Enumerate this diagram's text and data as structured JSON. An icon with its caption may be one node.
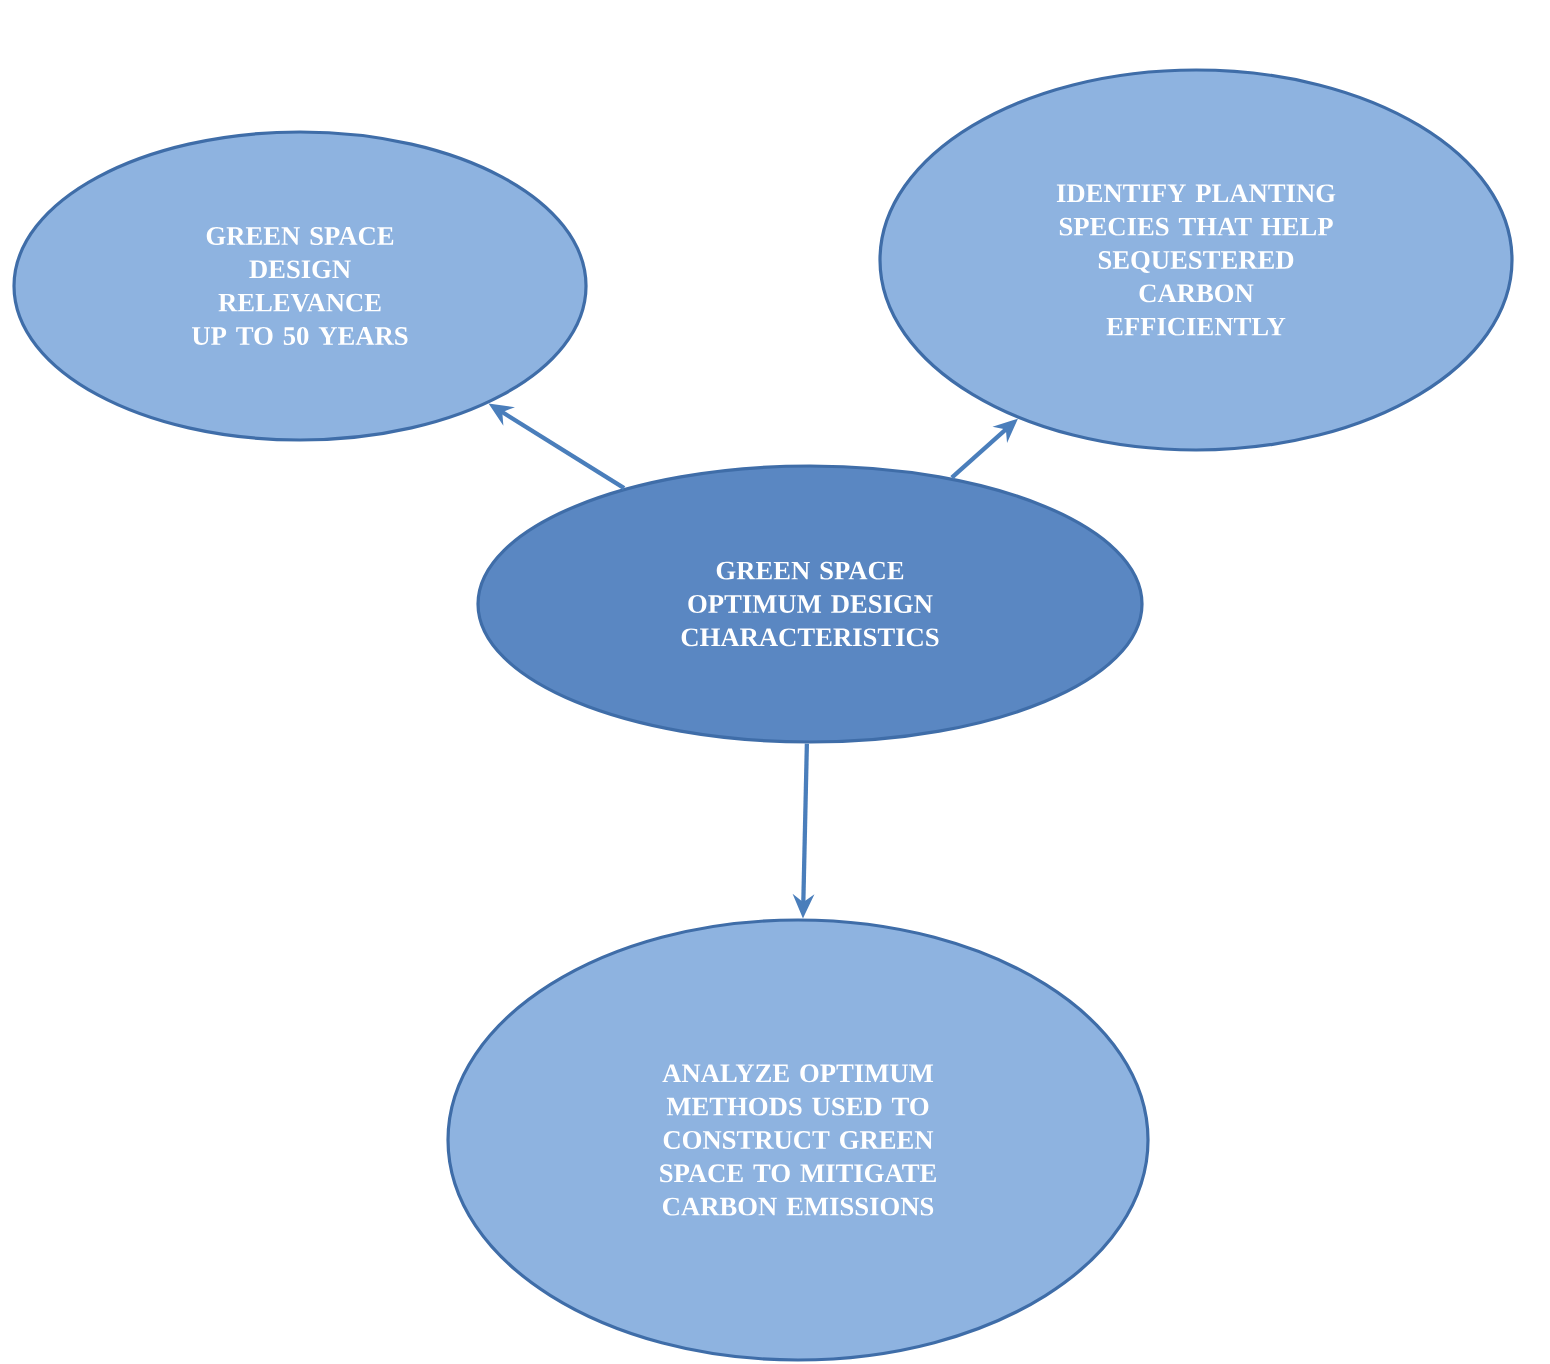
{
  "diagram": {
    "nodes": [
      {
        "text": [
          "GREEN SPACE DESIGN RELEVANCE UP TO 50 YEARS"
        ]
      },
      {
        "text": [
          "IDENTIFY PLANTING SPECIES THAT HELP SEQUESTERED CARBON EFFICIENTLY"
        ]
      },
      {
        "text": [
          "GREEN SPACE OPTIMUM DESIGN CHARACTERISTICS"
        ]
      },
      {
        "text": [
          "ANALYZE OPTIMUM METHODS USED TO CONSTRUCT GREEN SPACE TO MITIGATE CARBON EMISSIONS"
        ]
      }
    ],
    "edges": [
      {
        "from": 2,
        "to": 0,
        "arrow": "to"
      },
      {
        "from": 2,
        "to": 1,
        "arrow": "to"
      },
      {
        "from": 2,
        "to": 3,
        "arrow": "to"
      }
    ]
  }
}
